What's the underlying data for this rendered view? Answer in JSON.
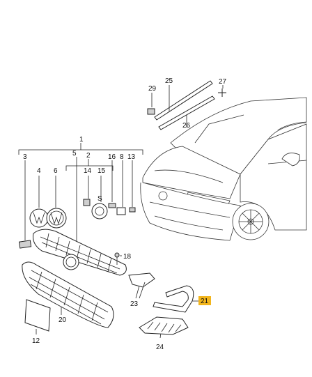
{
  "callouts": {
    "c1": "1",
    "c2": "2",
    "c3": "3",
    "c4": "4",
    "c5": "5",
    "c6": "6",
    "c8": "8",
    "c12": "12",
    "c13": "13",
    "c14": "14",
    "c15": "15",
    "c16": "16",
    "c18": "18",
    "c20": "20",
    "c21": "21",
    "c23": "23",
    "c24": "24",
    "c25": "25",
    "c26": "26",
    "c27": "27",
    "c29": "29"
  },
  "highlight_color": "#f2b51c"
}
